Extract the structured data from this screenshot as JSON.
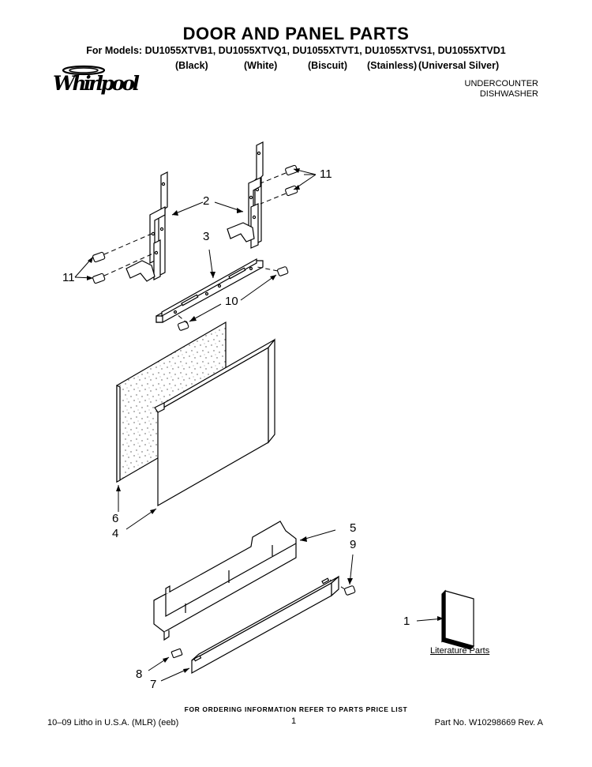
{
  "header": {
    "title": "DOOR AND PANEL PARTS",
    "models_line": "For Models: DU1055XTVB1, DU1055XTVQ1, DU1055XTVT1, DU1055XTVS1, DU1055XTVD1",
    "variants": [
      "(Black)",
      "(White)",
      "(Biscuit)",
      "(Stainless)",
      "(Universal Silver)"
    ],
    "brand_logo_text": "Whirlpool",
    "doc_type": [
      "UNDERCOUNTER",
      "DISHWASHER"
    ]
  },
  "callouts": [
    "11",
    "2",
    "11",
    "3",
    "10",
    "6",
    "4",
    "5",
    "9",
    "1",
    "8",
    "7"
  ],
  "literature_label": "Literature Parts",
  "footer": {
    "order_note": "FOR ORDERING INFORMATION REFER TO PARTS PRICE LIST",
    "litho": "10–09 Litho in U.S.A. (MLR) (eeb)",
    "page": "1",
    "part_no": "Part No. W10298669 Rev. A"
  }
}
